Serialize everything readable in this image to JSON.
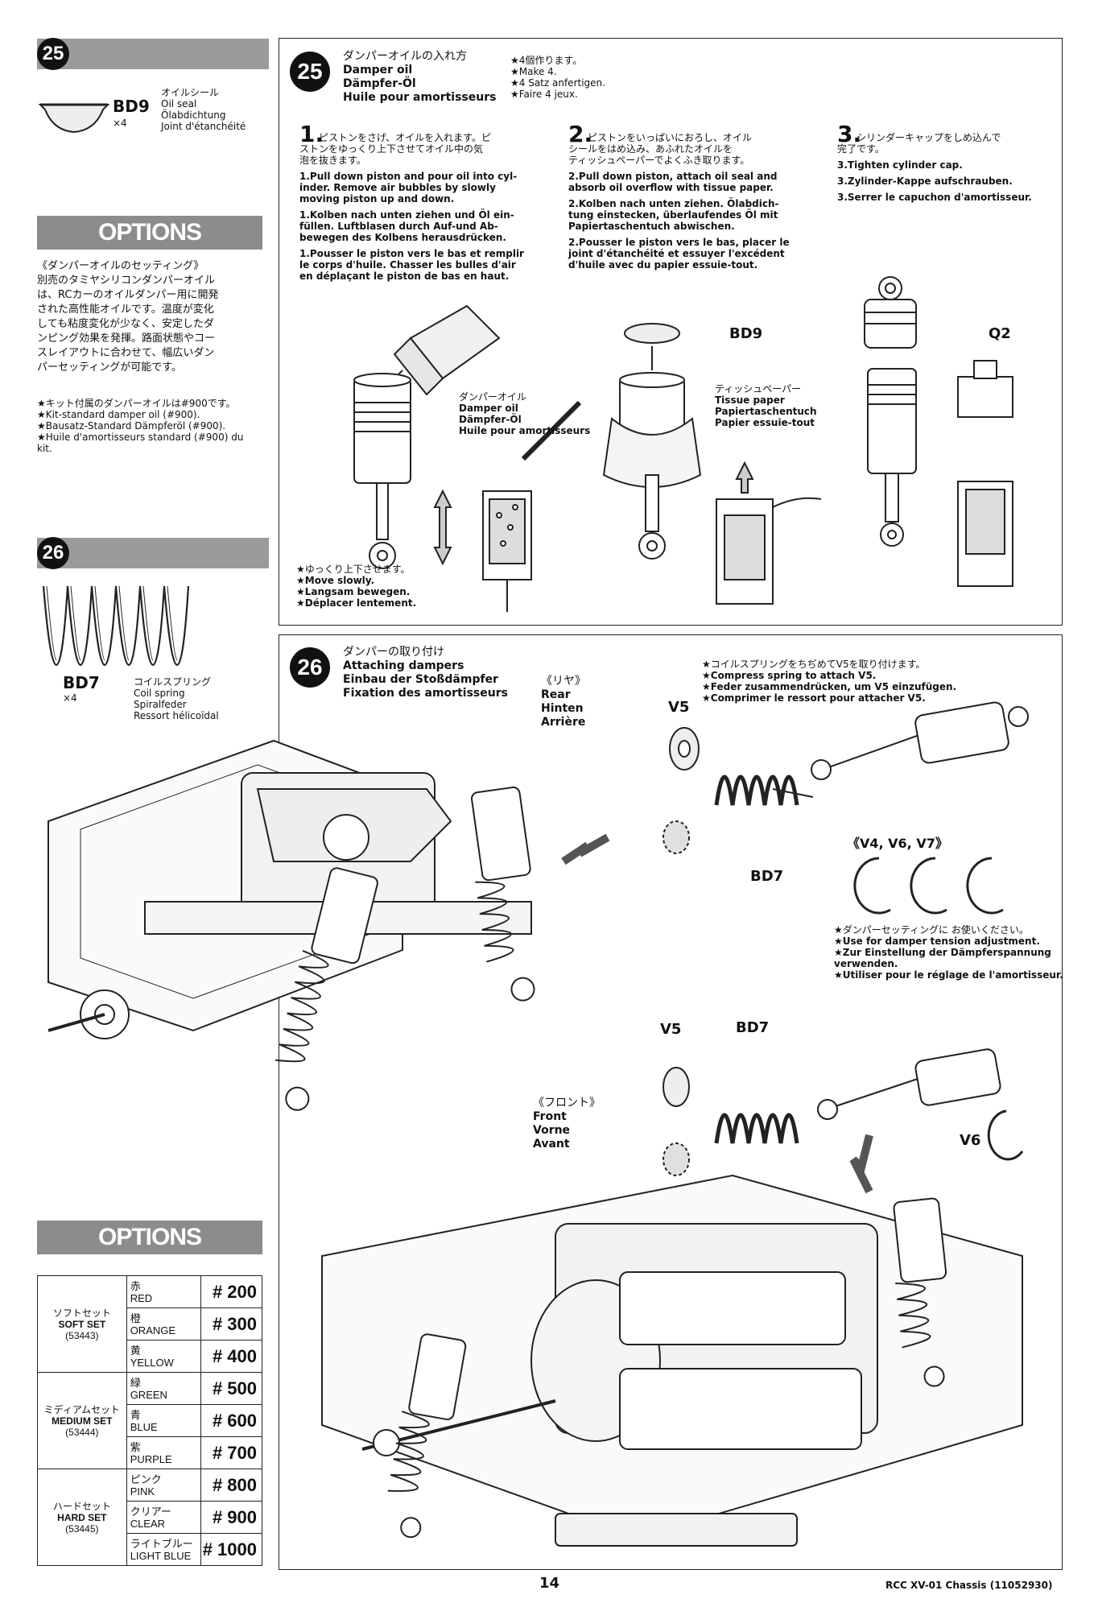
{
  "left": {
    "step25_num": "25",
    "bd9": {
      "code": "BD9",
      "qty": "×4",
      "jp": "オイルシール",
      "en": "Oil seal",
      "de": "Ölabdichtung",
      "fr": "Joint d'étanchéité"
    },
    "options1_title": "OPTIONS",
    "options1_text": [
      "《ダンパーオイルのセッティング》",
      "別売のタミヤシリコンダンパーオイル",
      "は、RCカーのオイルダンパー用に開発",
      "された高性能オイルです。温度が変化",
      "しても粘度変化が少なく、安定したダ",
      "ンピング効果を発揮。路面状態やコー",
      "スレイアウトに合わせて、幅広いダン",
      "パーセッティングが可能です。"
    ],
    "options1_notes": [
      "★キット付属のダンパーオイルは#900です。",
      "★Kit-standard damper oil (#900).",
      "★Bausatz-Standard Dämpferöl (#900).",
      "★Huile d'amortisseurs standard (#900) du",
      "kit."
    ],
    "step26_num": "26",
    "bd7": {
      "code": "BD7",
      "qty": "×4",
      "jp": "コイルスプリング",
      "en": "Coil spring",
      "de": "Spiralfeder",
      "fr": "Ressort hélicoïdal"
    },
    "options2_title": "OPTIONS",
    "sets": [
      {
        "jp": "ソフトセット",
        "en": "SOFT SET",
        "code": "(53443)",
        "rows": [
          {
            "jp": "赤",
            "en": "RED",
            "num": "200"
          },
          {
            "jp": "橙",
            "en": "ORANGE",
            "num": "300"
          },
          {
            "jp": "黄",
            "en": "YELLOW",
            "num": "400"
          }
        ]
      },
      {
        "jp": "ミディアムセット",
        "en": "MEDIUM SET",
        "code": "(53444)",
        "rows": [
          {
            "jp": "緑",
            "en": "GREEN",
            "num": "500"
          },
          {
            "jp": "青",
            "en": "BLUE",
            "num": "600"
          },
          {
            "jp": "紫",
            "en": "PURPLE",
            "num": "700"
          }
        ]
      },
      {
        "jp": "ハードセット",
        "en": "HARD SET",
        "code": "(53445)",
        "rows": [
          {
            "jp": "ピンク",
            "en": "PINK",
            "num": "800"
          },
          {
            "jp": "クリアー",
            "en": "CLEAR",
            "num": "900"
          },
          {
            "jp": "ライトブルー",
            "en": "LIGHT BLUE",
            "num": "1000"
          }
        ]
      }
    ]
  },
  "step25": {
    "num": "25",
    "title": [
      "ダンパーオイルの入れ方",
      "Damper oil",
      "Dämpfer-Öl",
      "Huile pour amortisseurs"
    ],
    "make": [
      "★4個作ります。",
      "★Make 4.",
      "★4 Satz anfertigen.",
      "★Faire 4 jeux."
    ],
    "s1_num": "1.",
    "s1": [
      "ピストンをさげ、オイルを入れます。ピ",
      "ストンをゆっくり上下させてオイル中の気",
      "泡を抜きます。",
      "",
      "1.Pull down piston and pour oil into cyl-",
      "inder. Remove air bubbles by slowly",
      "moving piston up and down.",
      "",
      "1.Kolben nach unten ziehen und Öl ein-",
      "füllen. Luftblasen durch Auf-und Ab-",
      "bewegen des Kolbens herausdrücken.",
      "",
      "1.Pousser le piston vers le bas et remplir",
      "le corps d'huile. Chasser les bulles d'air",
      "en déplaçant le piston de bas en haut."
    ],
    "s2_num": "2.",
    "s2": [
      "ピストンをいっぱいにおろし、オイル",
      "シールをはめ込み、あふれたオイルを",
      "ティッシュペーパーでよくふき取ります。",
      "",
      "2.Pull down piston, attach oil seal and",
      "absorb oil overflow with tissue paper.",
      "",
      "2.Kolben nach unten ziehen. Ölabdich-",
      "tung einstecken, überlaufendes Öl mit",
      "Papiertaschentuch abwischen.",
      "",
      "2.Pousser le piston vers le bas, placer le",
      "joint d'étanchéité et essuyer l'excédent",
      "d'huile avec du papier essuie-tout."
    ],
    "s3_num": "3.",
    "s3": [
      "シリンダーキャップをしめ込んで",
      "完了です。",
      "",
      "3.Tighten cylinder cap.",
      "",
      "3.Zylinder-Kappe aufschrauben.",
      "",
      "3.Serrer le capuchon d'amortisseur."
    ],
    "oil_label": [
      "ダンパーオイル",
      "Damper oil",
      "Dämpfer-Öl",
      "Huile pour amortisseurs"
    ],
    "bd9_label": "BD9",
    "tissue_label": [
      "ティッシュペーパー",
      "Tissue paper",
      "Papiertaschentuch",
      "Papier essuie-tout"
    ],
    "q2_label": "Q2",
    "slow": [
      "★ゆっくり上下させます。",
      "★Move slowly.",
      "★Langsam bewegen.",
      "★Déplacer lentement."
    ]
  },
  "step26": {
    "num": "26",
    "title": [
      "ダンパーの取り付け",
      "Attaching dampers",
      "Einbau der Stoßdämpfer",
      "Fixation des amortisseurs"
    ],
    "rear": [
      "《リヤ》",
      "Rear",
      "Hinten",
      "Arrière"
    ],
    "compress": [
      "★コイルスプリングをちぢめてV5を取り付けます。",
      "★Compress spring to attach V5.",
      "★Feder zusammendrücken, um V5 einzufügen.",
      "★Comprimer le ressort pour attacher V5."
    ],
    "v5_top": "V5",
    "bd7_top": "BD7",
    "v_options": "《V4, V6, V7》",
    "tension": [
      "★ダンパーセッティングに お使いください。",
      "★Use for damper tension adjustment.",
      "★Zur Einstellung der Dämpferspannung",
      "verwenden.",
      "★Utiliser pour le réglage de l'amortisseur."
    ],
    "v5_bottom": "V5",
    "bd7_bottom": "BD7",
    "v6": "V6",
    "front": [
      "《フロント》",
      "Front",
      "Vorne",
      "Avant"
    ]
  },
  "footer": {
    "page": "14",
    "model": "RCC XV-01 Chassis (11052930)"
  }
}
